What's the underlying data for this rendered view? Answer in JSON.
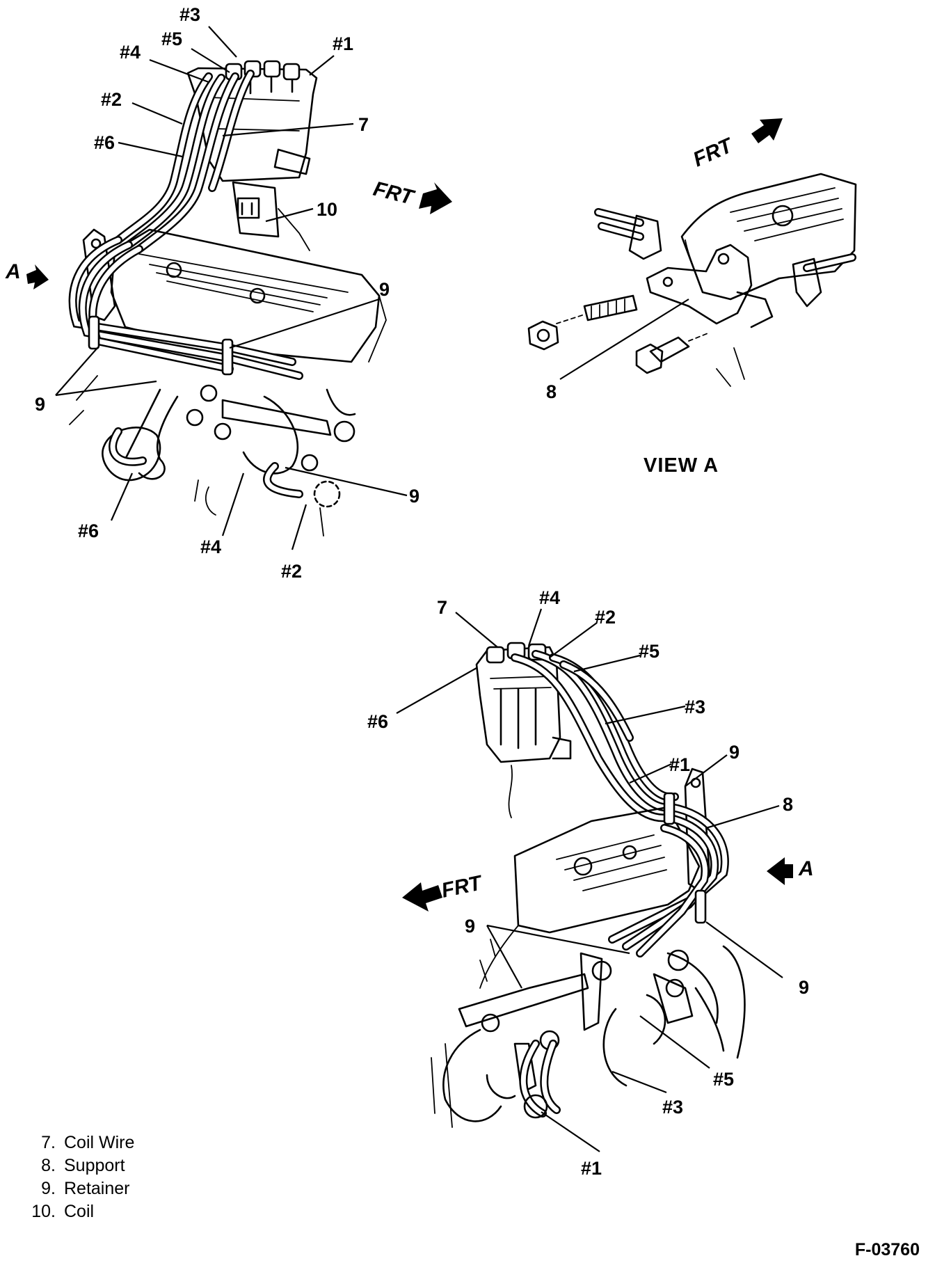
{
  "callouts": {
    "top": [
      "#3",
      "#5",
      "#4",
      "#1",
      "#2",
      "#6",
      "7",
      "10",
      "9",
      "9",
      "#6",
      "#4",
      "#2",
      "9"
    ],
    "view_a": [
      "8"
    ],
    "bottom": [
      "7",
      "#4",
      "#2",
      "#5",
      "#6",
      "#3",
      "9",
      "#1",
      "8",
      "9",
      "9",
      "#5",
      "#3",
      "#1"
    ]
  },
  "direction_labels": {
    "frt": "FRT",
    "view_a_marker": "A"
  },
  "view_a_title": "VIEW A",
  "legend": [
    {
      "num": "7.",
      "text": "Coil Wire"
    },
    {
      "num": "8.",
      "text": "Support"
    },
    {
      "num": "9.",
      "text": "Retainer"
    },
    {
      "num": "10.",
      "text": "Coil"
    }
  ],
  "figure_code": "F-03760"
}
